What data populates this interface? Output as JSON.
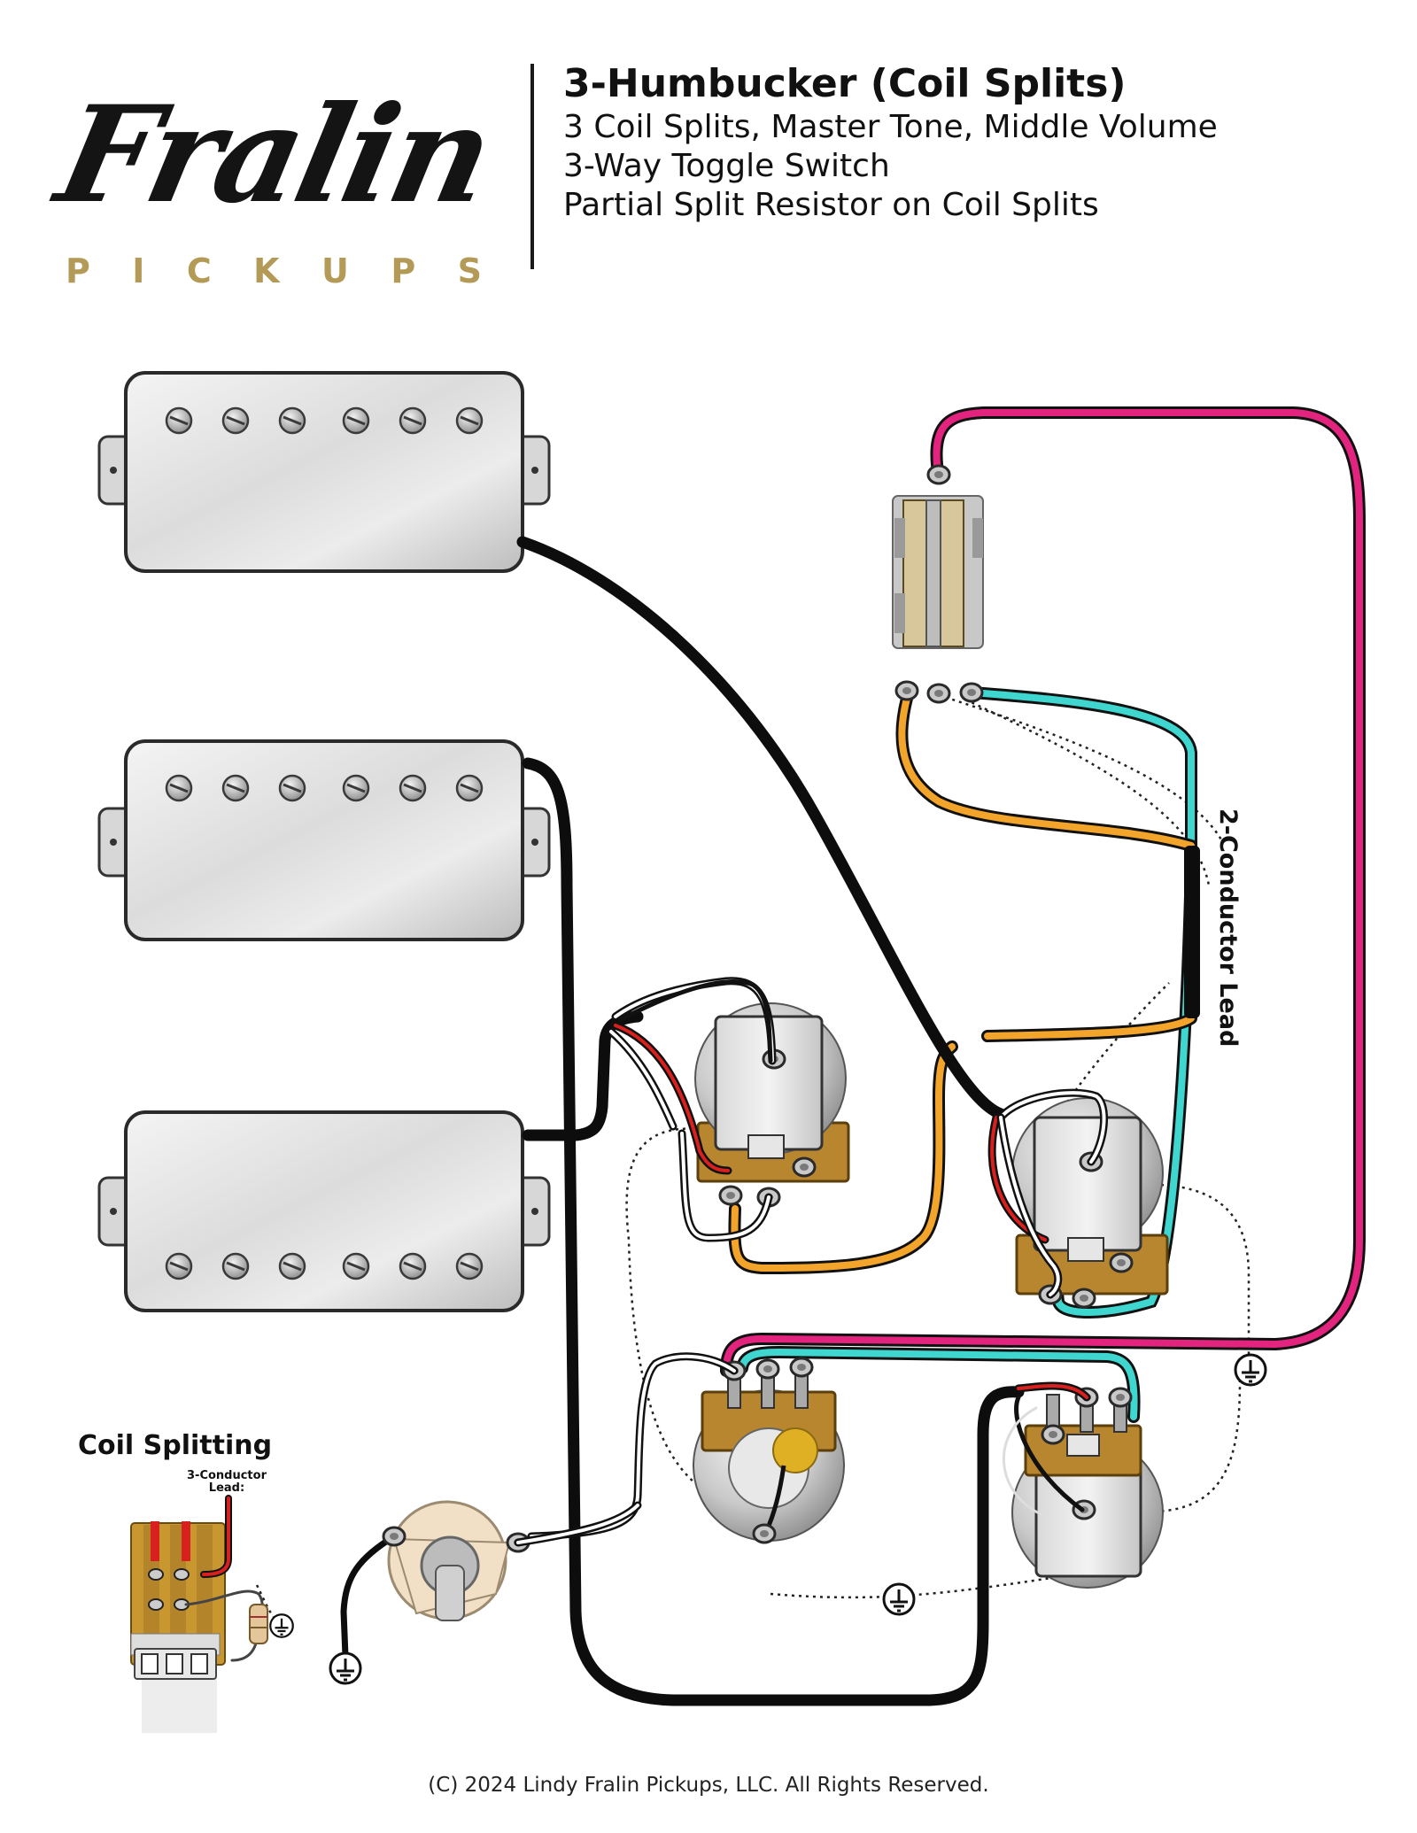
{
  "brand": {
    "name": "Fralin",
    "subtitle_letters": [
      "P",
      "I",
      "C",
      "K",
      "U",
      "P",
      "S"
    ]
  },
  "header": {
    "title": "3-Humbucker (Coil Splits)",
    "line1": "3 Coil Splits, Master Tone, Middle Volume",
    "line2": "3-Way Toggle Switch",
    "line3": "Partial Split Resistor on Coil Splits"
  },
  "labels": {
    "two_conductor": "2-Conductor Lead",
    "coil_splitting": "Coil Splitting",
    "three_conductor_line1": "3-Conductor",
    "three_conductor_line2": "Lead:"
  },
  "footer": "(C) 2024 Lindy Fralin Pickups, LLC. All Rights Reserved.",
  "colors": {
    "magenta": "#e3247e",
    "cyan": "#3fd6cf",
    "orange": "#f3a52b",
    "black": "#0d0d0d",
    "red": "#d8201f",
    "brass": "#b8862e",
    "brand_gold": "#b39a57"
  },
  "icons": [
    "ground-icon",
    "pickup-pole-screw-icon"
  ]
}
